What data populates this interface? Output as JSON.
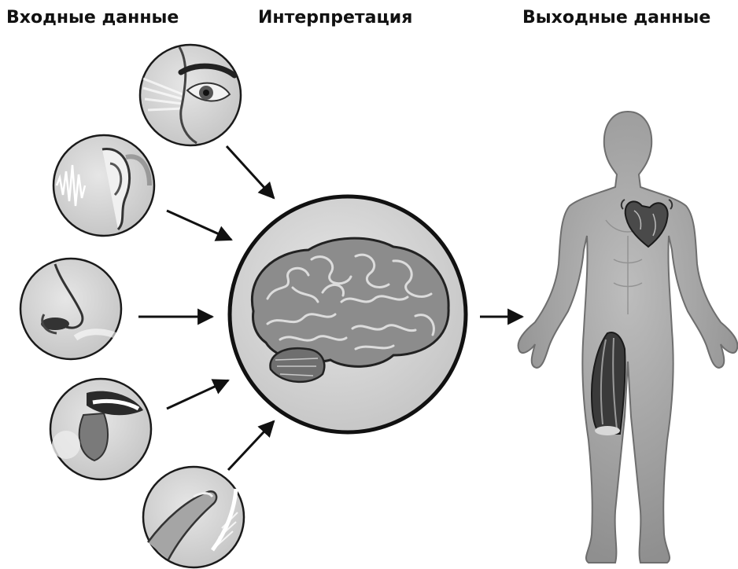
{
  "headings": {
    "input": "Входные данные",
    "interpretation": "Интерпретация",
    "output": "Выходные данные"
  },
  "inputs": [
    {
      "sense": "vision",
      "icon": "eye-icon"
    },
    {
      "sense": "hearing",
      "icon": "ear-icon"
    },
    {
      "sense": "smell",
      "icon": "nose-icon"
    },
    {
      "sense": "taste",
      "icon": "mouth-icon"
    },
    {
      "sense": "touch",
      "icon": "finger-icon"
    }
  ],
  "center": {
    "icon": "brain-icon"
  },
  "output": {
    "icon": "human-body-icon",
    "highlights": [
      "heart-icon",
      "thigh-muscle-icon"
    ]
  },
  "colors": {
    "text": "#111111",
    "circle_fill": "#d6d6d6",
    "circle_stroke": "#1a1a1a",
    "body": "#a9a9a9",
    "arrow": "#111111"
  }
}
